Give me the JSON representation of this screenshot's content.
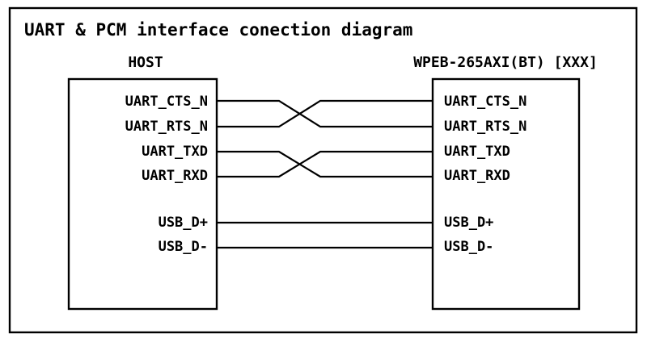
{
  "diagram": {
    "title": "UART & PCM interface conection diagram",
    "left_header": "HOST",
    "right_header": "WPEB-265AXI(BT) [XXX]",
    "colors": {
      "stroke": "#000000",
      "background": "#ffffff"
    },
    "left_pins": [
      {
        "label": "UART_CTS_N"
      },
      {
        "label": "UART_RTS_N"
      },
      {
        "label": "UART_TXD"
      },
      {
        "label": "UART_RXD"
      },
      {
        "label": "USB_D+"
      },
      {
        "label": "USB_D-"
      }
    ],
    "right_pins": [
      {
        "label": "UART_CTS_N"
      },
      {
        "label": "UART_RTS_N"
      },
      {
        "label": "UART_TXD"
      },
      {
        "label": "UART_RXD"
      },
      {
        "label": "USB_D+"
      },
      {
        "label": "USB_D-"
      }
    ],
    "connections": [
      {
        "from": "UART_CTS_N",
        "to": "UART_RTS_N",
        "style": "crossed"
      },
      {
        "from": "UART_RTS_N",
        "to": "UART_CTS_N",
        "style": "crossed"
      },
      {
        "from": "UART_TXD",
        "to": "UART_RXD",
        "style": "crossed"
      },
      {
        "from": "UART_RXD",
        "to": "UART_TXD",
        "style": "crossed"
      },
      {
        "from": "USB_D+",
        "to": "USB_D+",
        "style": "straight"
      },
      {
        "from": "USB_D-",
        "to": "USB_D-",
        "style": "straight"
      }
    ]
  }
}
